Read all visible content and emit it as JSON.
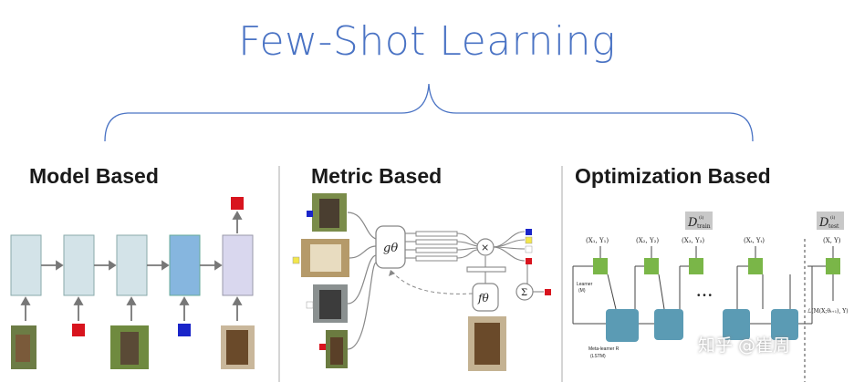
{
  "title": "Few-Shot Learning",
  "sections": {
    "model": "Model Based",
    "metric": "Metric Based",
    "optimization": "Optimization Based"
  },
  "metric_labels": {
    "g": "gθ",
    "f": "fθ",
    "times": "×",
    "sigma": "Σ"
  },
  "opt_labels": {
    "d_train": "D",
    "d_train_sub": "train",
    "d_train_sup": "(i)",
    "d_test": "D",
    "d_test_sub": "test",
    "d_test_sup": "(i)",
    "xy1": "(X₁, Y₁)",
    "xy2": "(X₂, Y₂)",
    "xy3": "(X₃, Y₃)",
    "xyT": "(Xₜ, Yₜ)",
    "xy": "(X, Y)",
    "learner": "Learner",
    "learner_m": "(M)",
    "meta_learner": "Meta-learner R",
    "lstm": "(LSTM)",
    "dots": "• • •",
    "loss": "ℒ(M(X;θₜ₊₁), Y)"
  },
  "watermark": "知乎 @崔周",
  "colors": {
    "title": "#4a73c4",
    "brace": "#4a73c4",
    "box_light": "#d3e3e8",
    "box_blue": "#86b6df",
    "box_lavender": "#d9d7ee",
    "red": "#d8141e",
    "blue": "#1a25c9",
    "teal": "#5b9bb4",
    "green": "#7ab648"
  }
}
